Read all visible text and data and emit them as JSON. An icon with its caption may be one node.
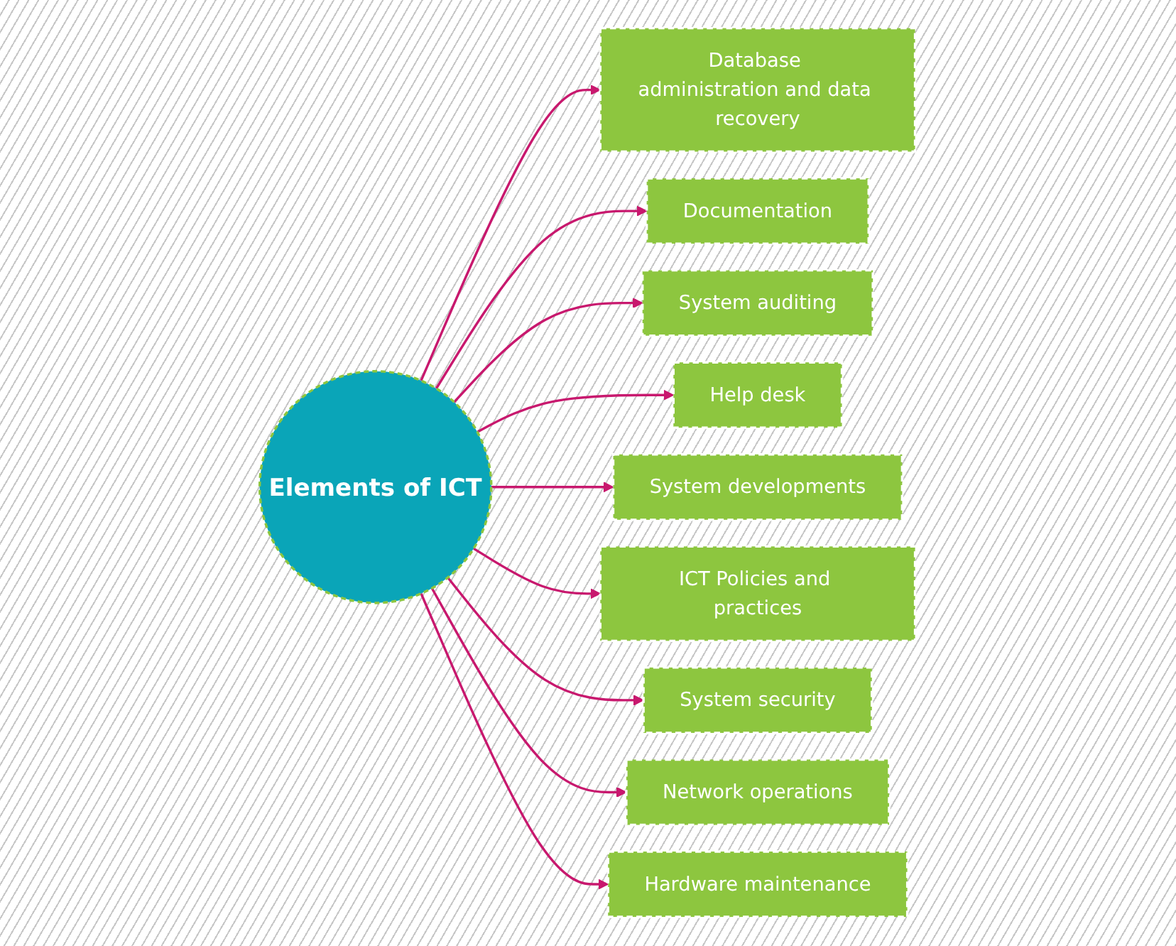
{
  "diagram": {
    "nodes": [
      {
        "text": [
          "Elements of ICT"
        ]
      },
      {
        "text": [
          "Database administration and data recovery"
        ]
      },
      {
        "text": [
          "Documentation"
        ]
      },
      {
        "text": [
          "System auditing"
        ]
      },
      {
        "text": [
          "Help desk"
        ]
      },
      {
        "text": [
          "System developments"
        ]
      },
      {
        "text": [
          "ICT Policies and practices"
        ]
      },
      {
        "text": [
          "System security"
        ]
      },
      {
        "text": [
          "Network operations"
        ]
      },
      {
        "text": [
          "Hardware maintenance"
        ]
      }
    ],
    "edges": [
      {
        "from": 0,
        "to": 1,
        "arrow": "to"
      },
      {
        "from": 0,
        "to": 2,
        "arrow": "to"
      },
      {
        "from": 0,
        "to": 3,
        "arrow": "to"
      },
      {
        "from": 0,
        "to": 4,
        "arrow": "to"
      },
      {
        "from": 0,
        "to": 5,
        "arrow": "to"
      },
      {
        "from": 0,
        "to": 6,
        "arrow": "to"
      },
      {
        "from": 0,
        "to": 7,
        "arrow": "to"
      },
      {
        "from": 0,
        "to": 8,
        "arrow": "to"
      },
      {
        "from": 0,
        "to": 9,
        "arrow": "to"
      }
    ]
  }
}
